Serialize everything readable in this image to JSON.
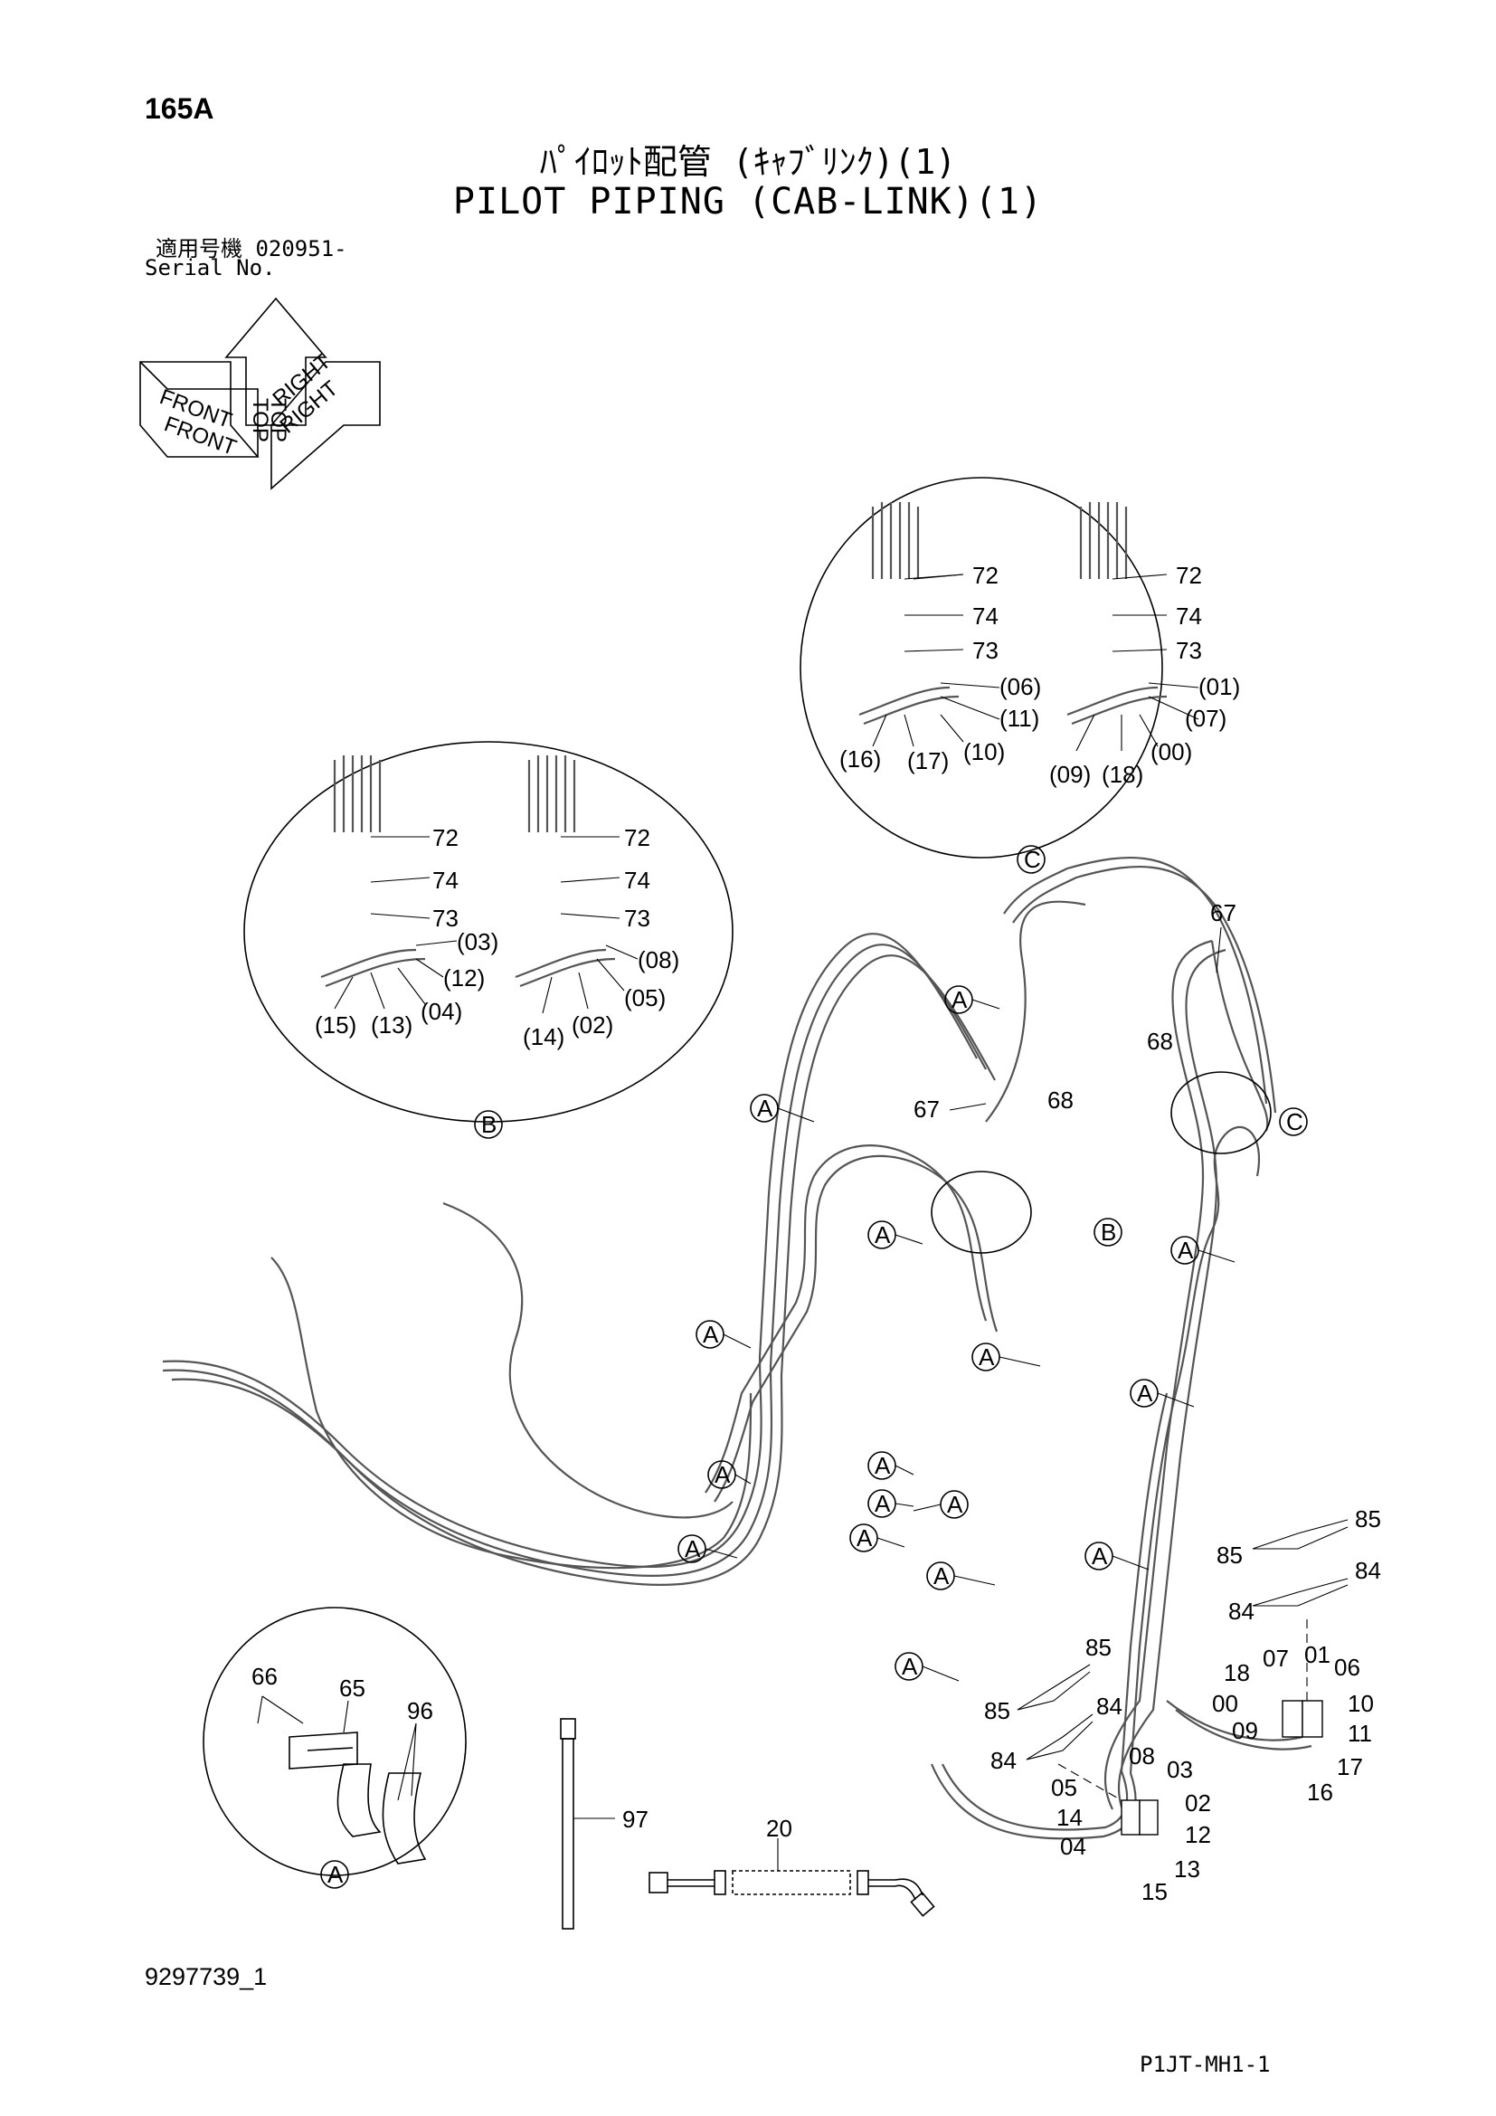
{
  "header": {
    "page_code": "165A",
    "title_jp": "ﾊﾟｲﾛｯﾄ配管 (ｷｬﾌﾞﾘﾝｸ)(1)",
    "title_en": "PILOT PIPING (CAB-LINK)(1)",
    "serial_jp": "適用号機 020951-",
    "serial_en": "Serial No."
  },
  "orientation": {
    "top": "TOP",
    "front": "FRONT",
    "right": "RIGHT"
  },
  "detail_c": {
    "marker": "C",
    "left_labels": [
      "72",
      "74",
      "73",
      "(06)",
      "(11)",
      "(10)",
      "(17)",
      "(16)"
    ],
    "right_labels": [
      "72",
      "74",
      "73",
      "(01)",
      "(07)",
      "(00)",
      "(18)",
      "(09)"
    ]
  },
  "detail_b": {
    "marker": "B",
    "left_labels": [
      "72",
      "74",
      "73",
      "(03)",
      "(12)",
      "(04)",
      "(13)",
      "(15)"
    ],
    "right_labels": [
      "72",
      "74",
      "73",
      "(08)",
      "(05)",
      "(02)",
      "(14)"
    ]
  },
  "detail_a": {
    "marker": "A",
    "labels": [
      "66",
      "65",
      "96"
    ]
  },
  "main_labels": {
    "clamp": "A",
    "p67": "67",
    "p68": "68",
    "p85": "85",
    "p84": "84",
    "p97": "97",
    "p20": "20",
    "group_right": [
      "07",
      "01",
      "06",
      "18",
      "00",
      "10",
      "09",
      "11",
      "17",
      "16"
    ],
    "group_mid": [
      "08",
      "03",
      "05",
      "02",
      "14",
      "12",
      "04",
      "13",
      "15"
    ]
  },
  "footer": {
    "doc_number": "9297739_1",
    "page_ref": "P1JT-MH1-1"
  }
}
